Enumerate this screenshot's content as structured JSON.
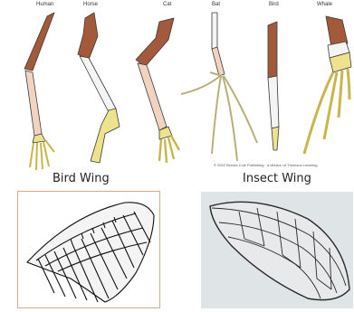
{
  "limb_labels": [
    "Human",
    "Horse",
    "Cat",
    "Bat",
    "Bird",
    "Whale"
  ],
  "copyright": "© 2002 Brooks Cole Publishing · a division of Thomson Learning",
  "captions": {
    "bird_wing": "Bird Wing",
    "insect_wing": "Insect Wing"
  },
  "colors": {
    "humerus": "#a35a3a",
    "radius_ulna": "#f2d3c2",
    "hand": "#efe28c",
    "bone_white": "#f4f4f4",
    "outline": "#3a3a3a"
  }
}
